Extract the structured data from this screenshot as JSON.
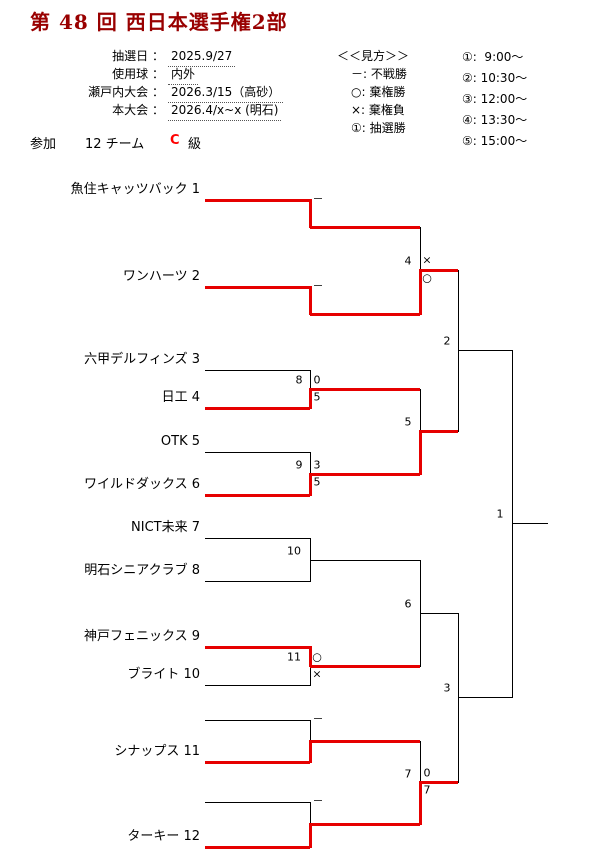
{
  "title": "第 48 回 西日本選手権2部",
  "info": {
    "rows": [
      {
        "label": "抽選日 ：",
        "value": "2025.9/27"
      },
      {
        "label": "使用球 ：",
        "value": "内外"
      },
      {
        "label": "瀬戸内大会 ：",
        "value": "2026.3/15（高砂）"
      },
      {
        "label": "本大会 ：",
        "value": "2026.4/x~x (明石)"
      }
    ]
  },
  "legend": {
    "title": "＜＜見方＞＞",
    "items": [
      {
        "text": "－: 不戦勝"
      },
      {
        "text": "○: 棄権勝"
      },
      {
        "text": "×: 棄権負"
      },
      {
        "text": "①: 抽選勝"
      }
    ]
  },
  "schedule": [
    {
      "text": "①:  9:00～"
    },
    {
      "text": "②: 10:30～"
    },
    {
      "text": "③: 12:00～"
    },
    {
      "text": "④: 13:30～"
    },
    {
      "text": "⑤: 15:00～"
    }
  ],
  "participation": {
    "label": "参加",
    "count": "12 チーム",
    "grade": "C",
    "suffix": "級"
  },
  "colors": {
    "winner_line": "#e60000",
    "title": "#990000",
    "grade": "#ff0000"
  },
  "bracket": {
    "teams": [
      {
        "label": "魚住キャッツバック 1"
      },
      {
        "label": "ワンハーツ 2"
      },
      {
        "label": "六甲デルフィンズ 3"
      },
      {
        "label": "日工 4"
      },
      {
        "label": "OTK 5"
      },
      {
        "label": "ワイルドダックス 6"
      },
      {
        "label": "NICT未来 7"
      },
      {
        "label": "明石シニアクラブ 8"
      },
      {
        "label": "神戸フェニックス 9"
      },
      {
        "label": "ブライト 10"
      },
      {
        "label": "シナップス 11"
      },
      {
        "label": "ターキー 12"
      }
    ],
    "marks": [
      {
        "id": "w1",
        "text": "－"
      },
      {
        "id": "w2",
        "text": "－"
      },
      {
        "id": "m4-top",
        "text": "×"
      },
      {
        "id": "m4-bottom",
        "text": "○"
      },
      {
        "id": "m8-top",
        "text": "0"
      },
      {
        "id": "m8-bottom",
        "text": "5"
      },
      {
        "id": "m9-top",
        "text": "3"
      },
      {
        "id": "m9-bottom",
        "text": "5"
      },
      {
        "id": "m11-top",
        "text": "○"
      },
      {
        "id": "m11-bottom",
        "text": "×"
      },
      {
        "id": "w11",
        "text": "－"
      },
      {
        "id": "w12",
        "text": "－"
      },
      {
        "id": "m7-top",
        "text": "0"
      },
      {
        "id": "m7-bottom",
        "text": "7"
      }
    ],
    "match_numbers": [
      {
        "no": "1"
      },
      {
        "no": "2"
      },
      {
        "no": "3"
      },
      {
        "no": "4"
      },
      {
        "no": "5"
      },
      {
        "no": "6"
      },
      {
        "no": "7"
      },
      {
        "no": "8"
      },
      {
        "no": "9"
      },
      {
        "no": "10"
      },
      {
        "no": "11"
      }
    ]
  }
}
